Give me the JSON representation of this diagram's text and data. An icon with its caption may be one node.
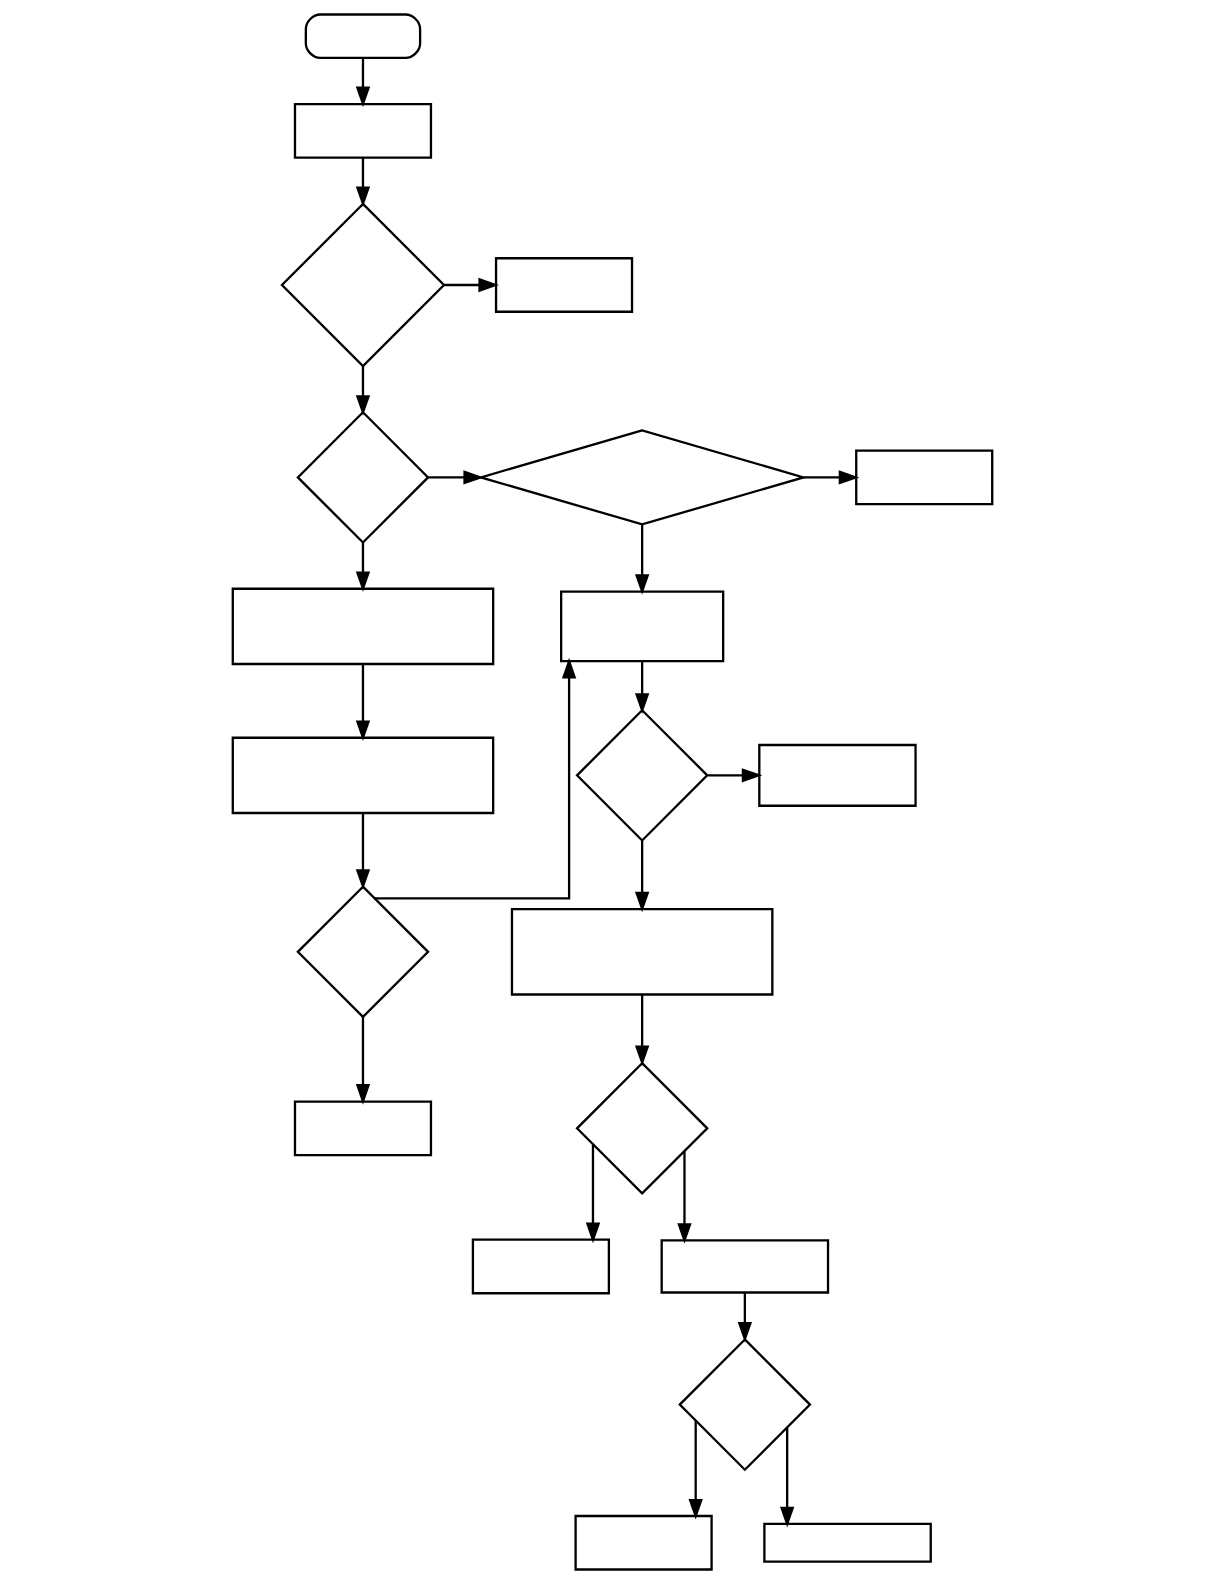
{
  "diagram": {
    "nodes": [
      {
        "text": [],
        "shape": "oval"
      },
      {
        "text": [],
        "shape": "box"
      },
      {
        "text": [],
        "shape": "diamond"
      },
      {
        "text": [],
        "shape": "box"
      },
      {
        "text": [],
        "shape": "diamond"
      },
      {
        "text": [],
        "shape": "diamond"
      },
      {
        "text": [],
        "shape": "box"
      },
      {
        "text": [],
        "shape": "box"
      },
      {
        "text": [],
        "shape": "box"
      },
      {
        "text": [],
        "shape": "diamond"
      },
      {
        "text": [],
        "shape": "box"
      },
      {
        "text": [],
        "shape": "box"
      },
      {
        "text": [],
        "shape": "box"
      },
      {
        "text": [],
        "shape": "diamond"
      },
      {
        "text": [],
        "shape": "diamond"
      },
      {
        "text": [],
        "shape": "box"
      },
      {
        "text": [],
        "shape": "box"
      },
      {
        "text": [],
        "shape": "box"
      },
      {
        "text": [],
        "shape": "diamond"
      },
      {
        "text": [],
        "shape": "box"
      },
      {
        "text": [],
        "shape": "box"
      }
    ],
    "edges": [
      {
        "from": 0,
        "to": 1,
        "arrow": "to"
      },
      {
        "from": 1,
        "to": 2,
        "arrow": "to"
      },
      {
        "from": 2,
        "to": 3,
        "arrow": "to"
      },
      {
        "from": 2,
        "to": 4,
        "arrow": "to"
      },
      {
        "from": 4,
        "to": 5,
        "arrow": "to"
      },
      {
        "from": 5,
        "to": 6,
        "arrow": "to"
      },
      {
        "from": 5,
        "to": 7,
        "arrow": "to"
      },
      {
        "from": 4,
        "to": 8,
        "arrow": "to"
      },
      {
        "from": 8,
        "to": 11,
        "arrow": "to"
      },
      {
        "from": 11,
        "to": 13,
        "arrow": "to"
      },
      {
        "from": 13,
        "to": 7,
        "arrow": "to"
      },
      {
        "from": 13,
        "to": 15,
        "arrow": "to"
      },
      {
        "from": 7,
        "to": 9,
        "arrow": "to"
      },
      {
        "from": 9,
        "to": 10,
        "arrow": "to"
      },
      {
        "from": 9,
        "to": 12,
        "arrow": "to"
      },
      {
        "from": 12,
        "to": 14,
        "arrow": "to"
      },
      {
        "from": 14,
        "to": 16,
        "arrow": "to"
      },
      {
        "from": 14,
        "to": 17,
        "arrow": "to"
      },
      {
        "from": 17,
        "to": 18,
        "arrow": "to"
      },
      {
        "from": 18,
        "to": 19,
        "arrow": "to"
      },
      {
        "from": 18,
        "to": 20,
        "arrow": "to"
      }
    ]
  }
}
